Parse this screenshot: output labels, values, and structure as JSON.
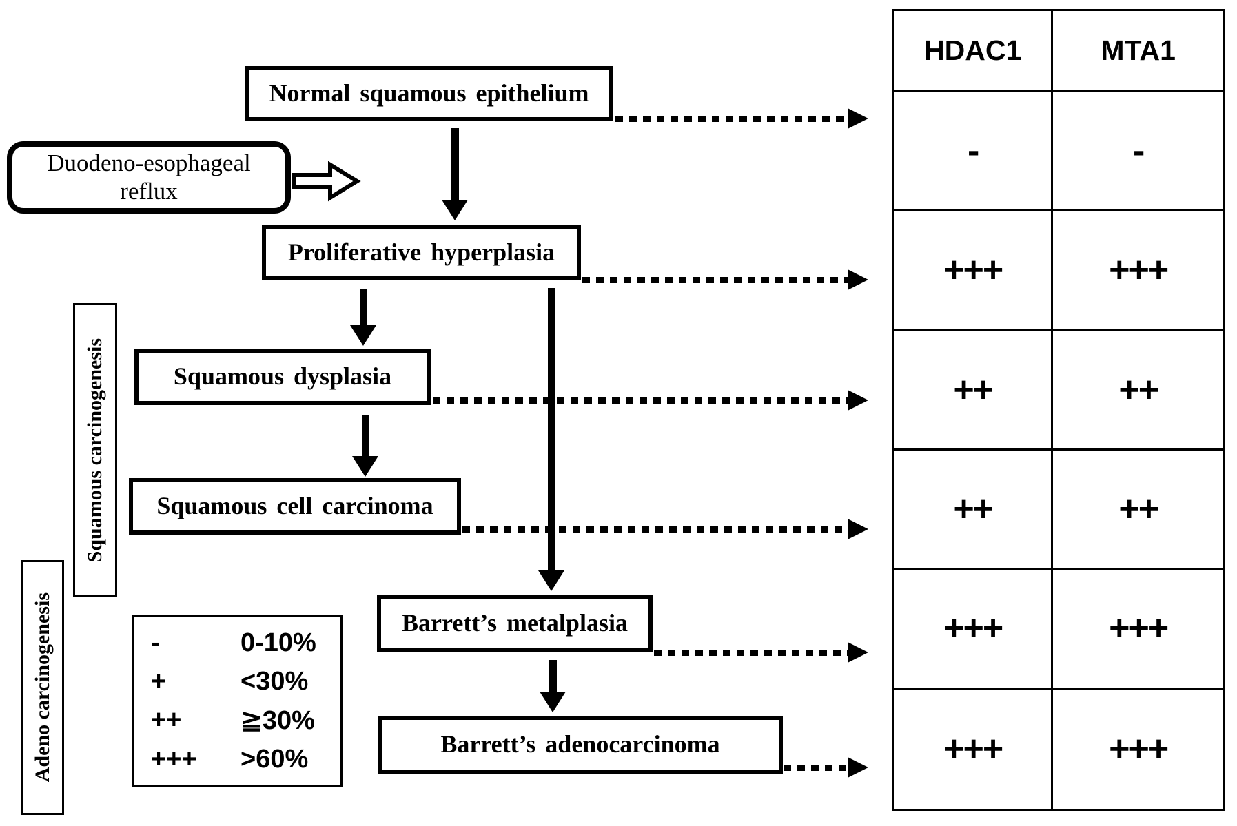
{
  "figure": {
    "background": "#ffffff",
    "ink_color": "#000000"
  },
  "flowchart": {
    "nodes": {
      "normal": {
        "label": "Normal squamous epithelium"
      },
      "reflux": {
        "line1": "Duodeno-esophageal",
        "line2": "reflux"
      },
      "hyperplasia": {
        "label": "Proliferative hyperplasia"
      },
      "dysplasia": {
        "label": "Squamous dysplasia"
      },
      "scc": {
        "label": "Squamous cell carcinoma"
      },
      "metaplasia": {
        "label": "Barrett’s metalplasia"
      },
      "adenocarcinoma": {
        "label": "Barrett’s adenocarcinoma"
      }
    },
    "side_labels": {
      "squamous": "Squamous carcinogenesis",
      "adeno": "Adeno carcinogenesis"
    },
    "legend": {
      "rows": [
        {
          "symbol": "-",
          "value": "0-10%"
        },
        {
          "symbol": "+",
          "value": "<30%"
        },
        {
          "symbol": "++",
          "value": "≧30%"
        },
        {
          "symbol": "+++",
          "value": ">60%"
        }
      ]
    }
  },
  "table": {
    "headers": [
      "HDAC1",
      "MTA1"
    ],
    "rows": [
      {
        "stage": "Normal squamous epithelium",
        "hdac1": "-",
        "mta1": "-"
      },
      {
        "stage": "Proliferative hyperplasia",
        "hdac1": "+++",
        "mta1": "+++"
      },
      {
        "stage": "Squamous dysplasia",
        "hdac1": "++",
        "mta1": "++"
      },
      {
        "stage": "Squamous cell carcinoma",
        "hdac1": "++",
        "mta1": "++"
      },
      {
        "stage": "Barrett’s metalplasia",
        "hdac1": "+++",
        "mta1": "+++"
      },
      {
        "stage": "Barrett’s adenocarcinoma",
        "hdac1": "+++",
        "mta1": "+++"
      }
    ]
  }
}
